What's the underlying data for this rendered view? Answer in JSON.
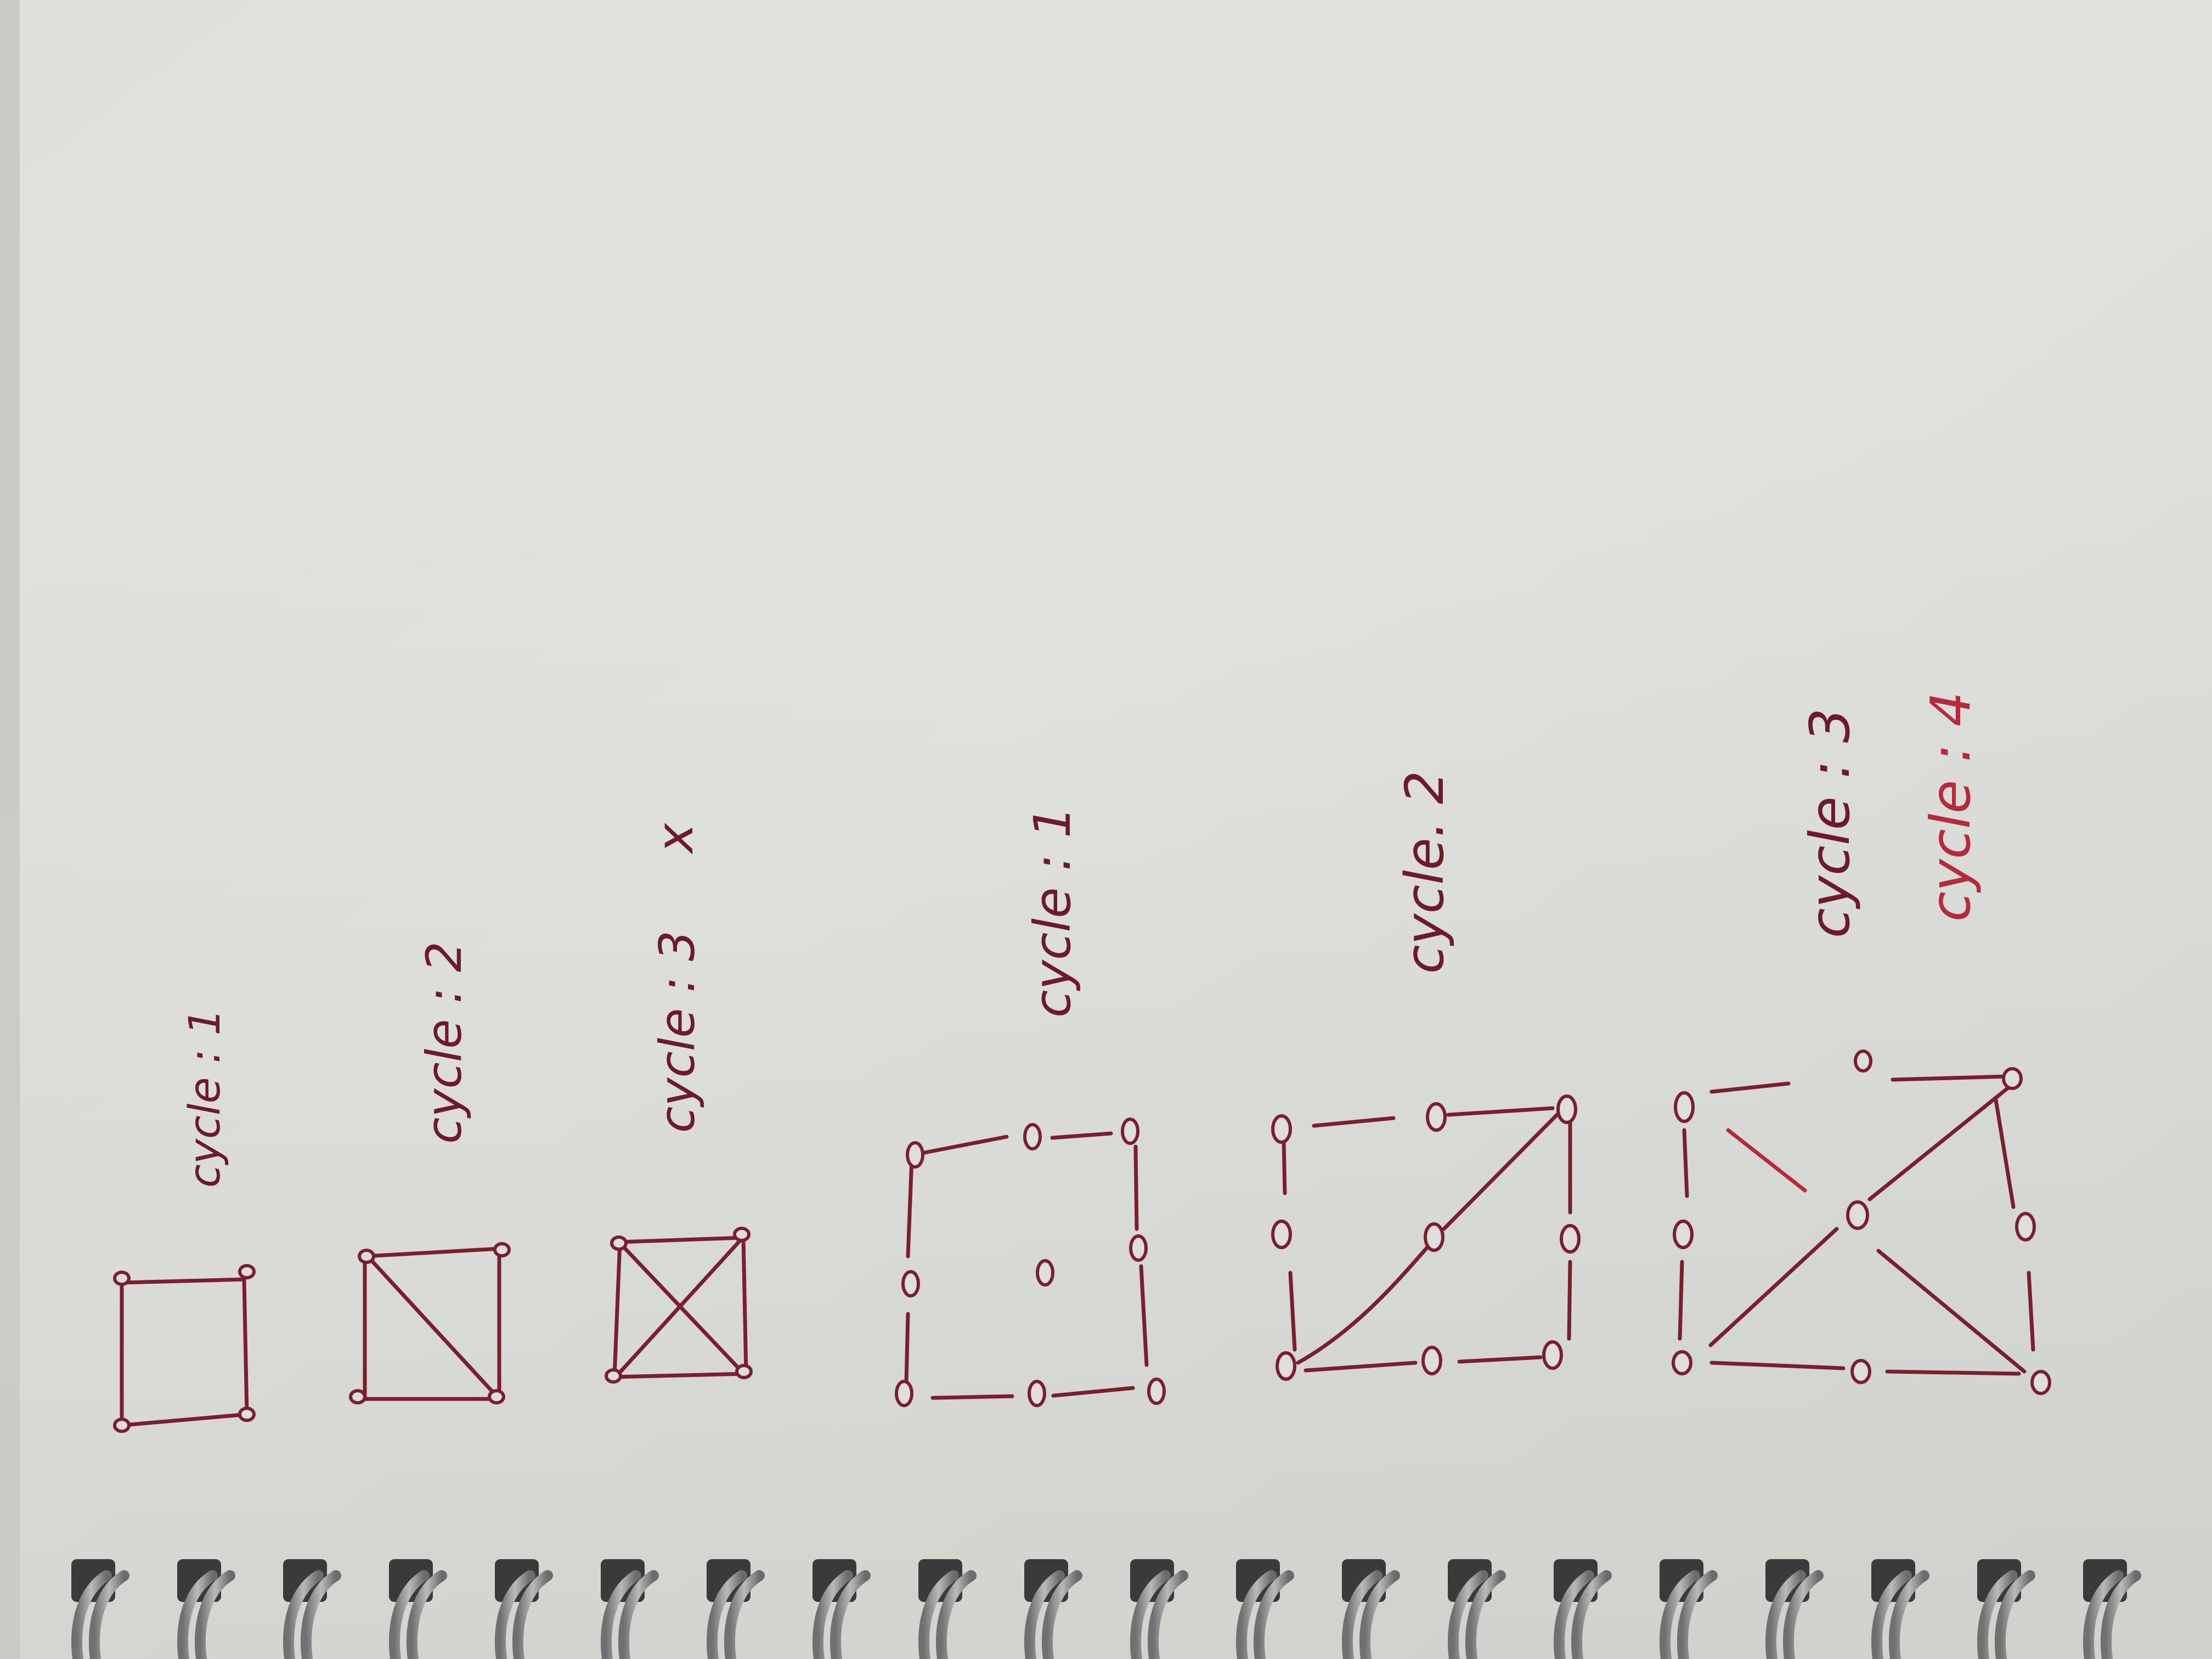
{
  "colors": {
    "paper": "#e3e4e0",
    "ink": "#7a1f2f",
    "ink_red": "#b52a3c",
    "shadow": "#cfd1cc",
    "binding_metal": "#8d8f8f",
    "binding_hole": "#3a3a3a"
  },
  "photo": {
    "subject": "handwritten-graph-sketches-on-spiral-notebook",
    "rotation": "rotated-90-degrees-counterclockwise"
  },
  "labels": {
    "row1_a": "cycle : 1",
    "row1_b": "cycle : 2",
    "row1_c": "cycle : 3",
    "row1_c_mark": "x",
    "row2_a": "cycle : 1",
    "row2_b": "cycle. 2",
    "row2_c_first": "cycle : 3",
    "row2_c_second": "cycle : 4"
  },
  "binding": {
    "ring_count": 20
  }
}
